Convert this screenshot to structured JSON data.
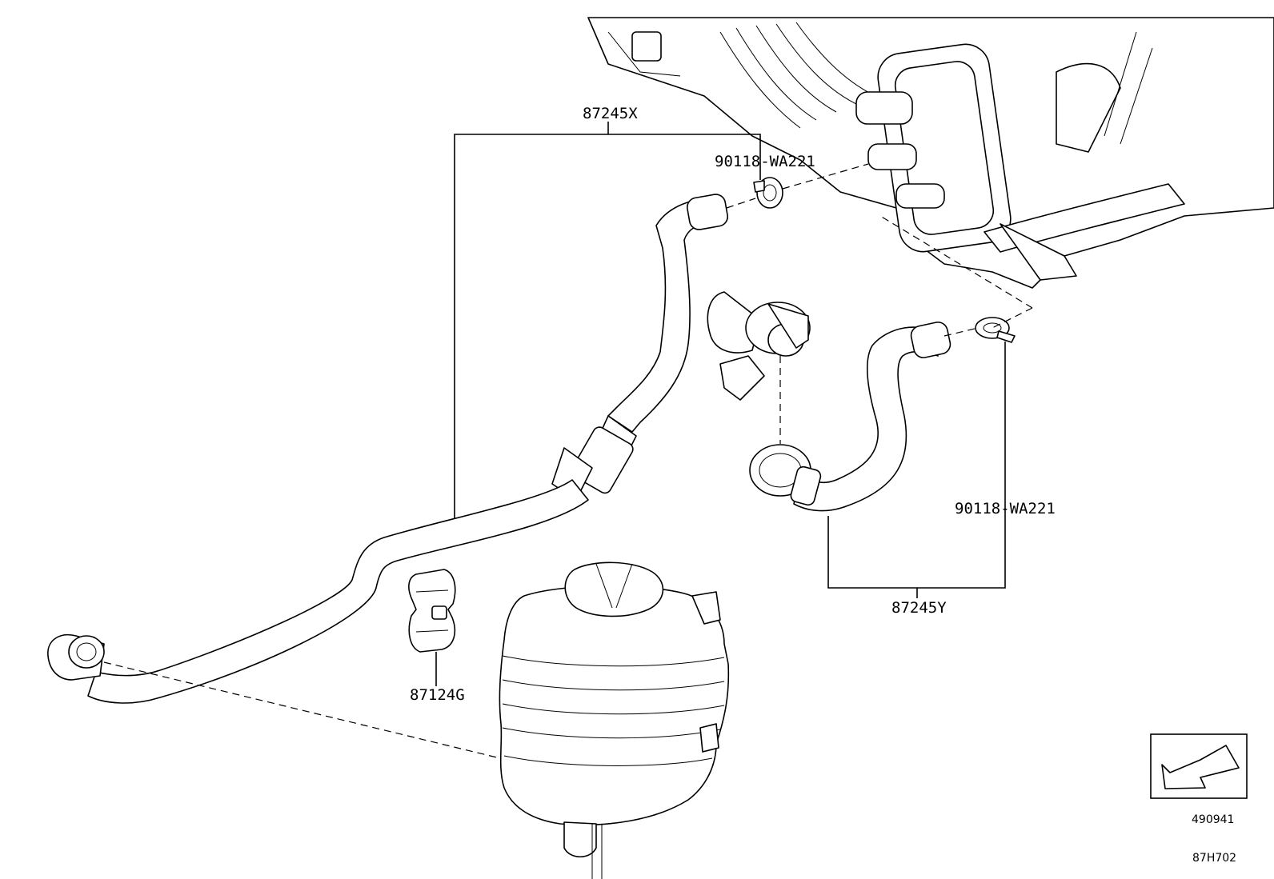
{
  "labels": {
    "hose_upper_part_no": "87245X",
    "hose_lower_part_no": "87245Y",
    "clamp_top_part_no": "90118-WA221",
    "clamp_right_part_no": "90118-WA221",
    "clip_part_no": "87124G"
  },
  "footer": {
    "ref_code": "490941",
    "diagram_code": "87H702"
  },
  "icons": {
    "direction_arrow": "front-direction-arrow-icon"
  }
}
